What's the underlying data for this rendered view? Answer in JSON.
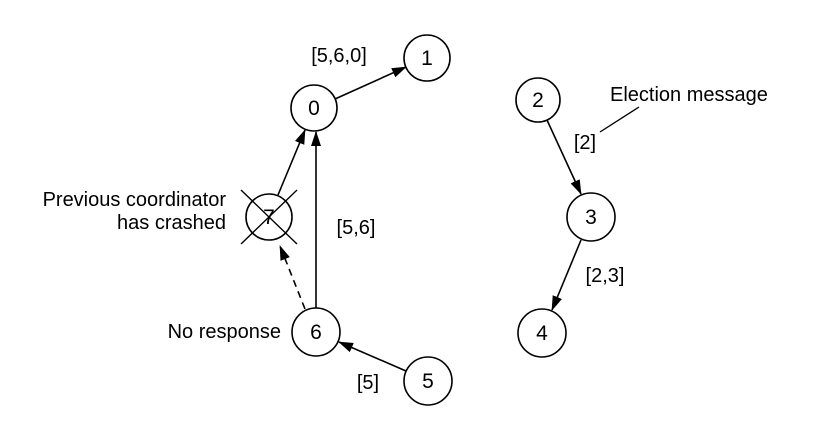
{
  "diagram_type": "ring-election-algorithm",
  "colors": {
    "background": "#ffffff",
    "stroke": "#000000",
    "node_fill": "#ffffff",
    "text": "#000000"
  },
  "nodes": {
    "n0": {
      "label": "0",
      "status": "active"
    },
    "n1": {
      "label": "1",
      "status": "active"
    },
    "n2": {
      "label": "2",
      "status": "active"
    },
    "n3": {
      "label": "3",
      "status": "active"
    },
    "n4": {
      "label": "4",
      "status": "active"
    },
    "n5": {
      "label": "5",
      "status": "active"
    },
    "n6": {
      "label": "6",
      "status": "active"
    },
    "n7": {
      "label": "7",
      "status": "crashed"
    }
  },
  "edges": [
    {
      "from": "0",
      "to": "1",
      "label": "[5,6,0]",
      "style": "solid"
    },
    {
      "from": "7",
      "to": "0",
      "label": "",
      "style": "solid"
    },
    {
      "from": "6",
      "to": "0",
      "label": "[5,6]",
      "style": "solid"
    },
    {
      "from": "6",
      "to": "7",
      "label": "",
      "style": "dashed"
    },
    {
      "from": "5",
      "to": "6",
      "label": "[5]",
      "style": "solid"
    },
    {
      "from": "2",
      "to": "3",
      "label": "[2]",
      "style": "solid"
    },
    {
      "from": "3",
      "to": "4",
      "label": "[2,3]",
      "style": "solid"
    }
  ],
  "annotations": {
    "previous_coordinator_line1": "Previous coordinator",
    "previous_coordinator_line2": "has crashed",
    "no_response": "No response",
    "election_message": "Election message"
  }
}
